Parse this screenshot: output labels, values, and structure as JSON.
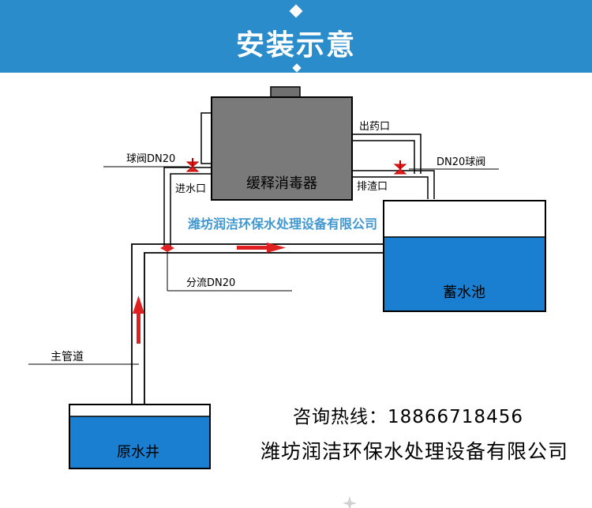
{
  "header": {
    "title": "安装示意",
    "bg_color": "#2b8ccc"
  },
  "diagram": {
    "disinfector_label": "缓释消毒器",
    "outlet_label": "出药口",
    "drain_label": "排渣口",
    "inlet_label": "进水口",
    "valve_left_label": "球阀DN20",
    "valve_right_label": "DN20球阀",
    "branch_label": "分流DN20",
    "main_pipe_label": "主管道",
    "tank_label": "蓄水池",
    "well_label": "原水井",
    "company_watermark": "潍坊润洁环保水处理设备有限公司",
    "water_color": "#1a7fd0",
    "arrow_color": "#e02020",
    "watermark_color": "#2b8ccc"
  },
  "footer": {
    "hotline": "咨询热线：18866718456",
    "company": "潍坊润洁环保水处理设备有限公司"
  }
}
